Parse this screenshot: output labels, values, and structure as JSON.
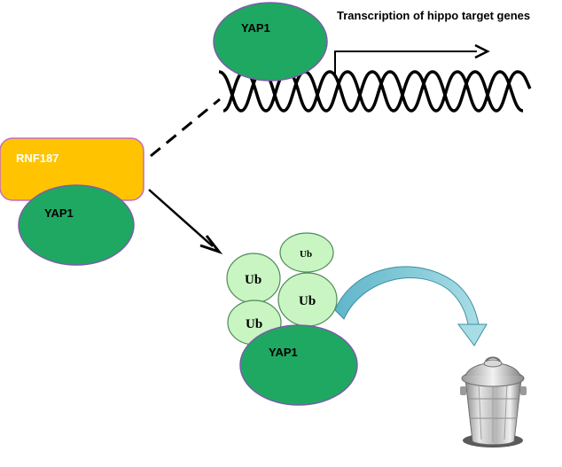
{
  "title": "Transcription of  hippo target genes",
  "labels": {
    "yap1_nuclear": "YAP1",
    "rnf187": "RNF187",
    "yap1_complex": "YAP1",
    "yap1_ubiquitinated": "YAP1",
    "ub_1": "Ub",
    "ub_2": "Ub",
    "ub_3": "Ub",
    "ub_4": "Ub"
  },
  "colors": {
    "yap1_fill": "#1fa862",
    "yap1_stroke": "#7b5ea8",
    "rnf187_fill": "#ffc300",
    "rnf187_stroke": "#c46bc7",
    "ub_fill": "#c8f5c2",
    "ub_stroke": "#4f8a5a",
    "arrow_curve": "#7ec9d6",
    "dna": "#000000"
  },
  "icons": {
    "trash": "trash-can-icon"
  }
}
